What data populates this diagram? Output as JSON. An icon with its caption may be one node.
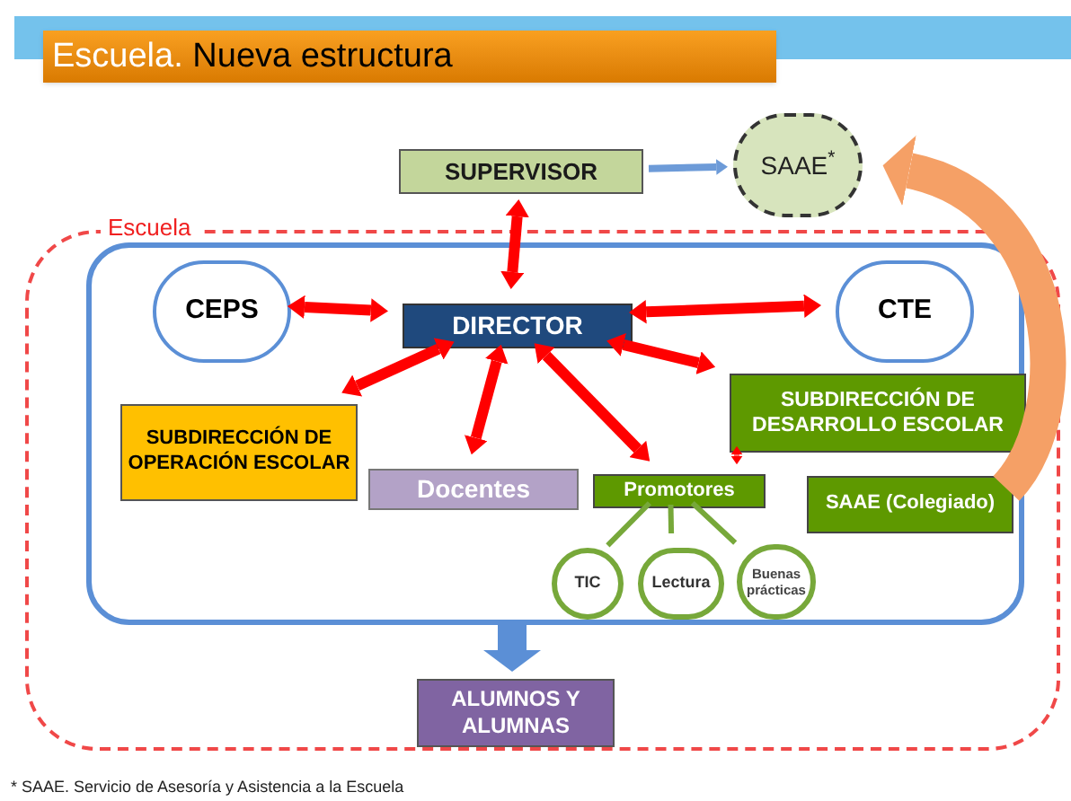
{
  "diagram": {
    "title": "Escuela. Nueva estructura",
    "caption": "* SAAE. Servicio de Asesoría y Asistencia a la Escuela",
    "nodes": [
      {
        "text": [
          "Escuela"
        ]
      },
      {
        "text": [],
        "shape": "box",
        "in": 0
      },
      {
        "text": [
          "SUPERVISOR"
        ]
      },
      {
        "text": [
          "SAAE$^{*}$"
        ]
      },
      {
        "text": [
          "CEPS"
        ],
        "in": 1
      },
      {
        "text": [
          "DIRECTOR"
        ],
        "in": 1
      },
      {
        "text": [
          "CTE"
        ],
        "in": 1
      },
      {
        "text": [
          "SUBDIRECCIÓN DE OPERACIÓN ESCOLAR"
        ],
        "in": 1
      },
      {
        "text": [
          "Docentes"
        ],
        "in": 1
      },
      {
        "text": [
          "Promotores"
        ],
        "in": 1
      },
      {
        "text": [
          "SUBDIRECCIÓN DE DESARROLLO ESCOLAR"
        ],
        "in": 1
      },
      {
        "text": [
          "SAAE (Colegiado)"
        ],
        "in": 1
      },
      {
        "text": [
          "TIC"
        ],
        "in": 1
      },
      {
        "text": [
          "Lectura"
        ],
        "in": 1
      },
      {
        "text": [
          "Buenas prácticas"
        ],
        "in": 1
      },
      {
        "text": [
          "ALUMNOS Y ALUMNAS"
        ],
        "in": 0
      }
    ],
    "edges": [
      {
        "from": 2,
        "to": 3,
        "arrow": "to",
        "color": "#6d9bd8"
      },
      {
        "from": 5,
        "to": 2,
        "arrow": "both"
      },
      {
        "from": 4,
        "to": 5,
        "arrow": "both"
      },
      {
        "from": 5,
        "to": 6,
        "arrow": "both"
      },
      {
        "from": 5,
        "to": 7,
        "arrow": "both"
      },
      {
        "from": 5,
        "to": 8,
        "arrow": "both"
      },
      {
        "from": 5,
        "to": 9,
        "arrow": "both"
      },
      {
        "from": 5,
        "to": 10,
        "arrow": "both"
      },
      {
        "from": 10,
        "to": 9,
        "arrow": "both"
      },
      {
        "from": 9,
        "to": 12,
        "arrow": "none",
        "color": "#77a83a"
      },
      {
        "from": 9,
        "to": 13,
        "arrow": "none",
        "color": "#77a83a"
      },
      {
        "from": 9,
        "to": 14,
        "arrow": "none",
        "color": "#77a83a"
      },
      {
        "from": 1,
        "to": 15,
        "arrow": "to",
        "style": "thick",
        "color": "#5b8fd6"
      },
      {
        "from": 11,
        "to": 3,
        "arrow": "to",
        "style": "thick",
        "color": "#f5a066"
      }
    ]
  }
}
